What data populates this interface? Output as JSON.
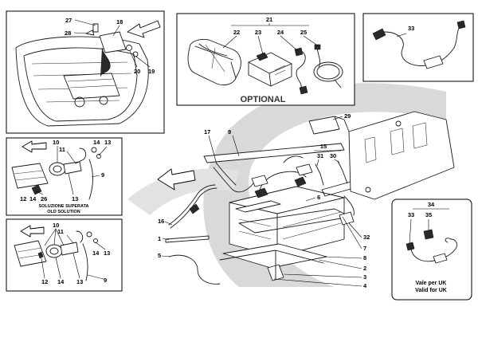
{
  "callouts": {
    "c1": "1",
    "c2": "2",
    "c3": "3",
    "c4": "4",
    "c5": "5",
    "c6": "6",
    "c7": "7",
    "c8": "8",
    "c9": "9",
    "c10": "10",
    "c11": "11",
    "c12": "12",
    "c13": "13",
    "c14": "14",
    "c15": "15",
    "c16": "16",
    "c17": "17",
    "c18": "18",
    "c19": "19",
    "c20": "20",
    "c21": "21",
    "c22": "22",
    "c23": "23",
    "c24": "24",
    "c25": "25",
    "c26": "26",
    "c27": "27",
    "c28": "28",
    "c29": "29",
    "c30": "30",
    "c31": "31",
    "c32": "32",
    "c33": "33",
    "c34": "34",
    "c35": "35"
  },
  "captions": {
    "optional": "OPTIONAL",
    "new_solution_it": "SOLUZIONE SUPERATA",
    "new_solution_en": "OLD SOLUTION",
    "uk_it": "Vale per UK",
    "uk_en": "Valid for UK"
  },
  "colors": {
    "background_logo": "#cfcfcf"
  }
}
